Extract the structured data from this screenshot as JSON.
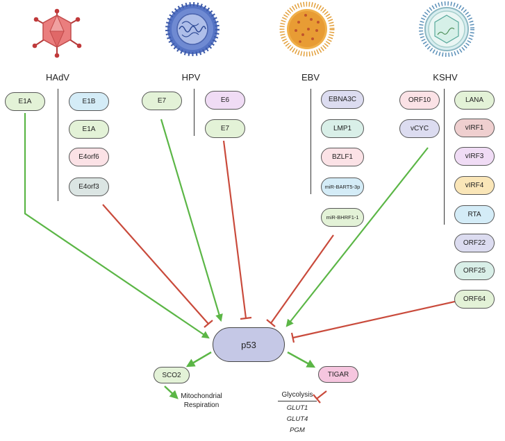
{
  "viruses": [
    {
      "label": "HAdV"
    },
    {
      "label": "HPV"
    },
    {
      "label": "EBV"
    },
    {
      "label": "KSHV"
    }
  ],
  "hadv": {
    "direct": [
      "E1A"
    ],
    "group": [
      "E1B",
      "E1A",
      "E4orf6",
      "E4orf3"
    ]
  },
  "hpv": {
    "direct": [
      "E7"
    ],
    "group": [
      "E6",
      "E7"
    ]
  },
  "ebv": {
    "group": [
      "EBNA3C",
      "LMP1",
      "BZLF1",
      "miR-BART5-3p",
      "miR-BHRF1-1"
    ]
  },
  "kshv": {
    "direct": [
      "ORF10",
      "vCYC"
    ],
    "group": [
      "LANA",
      "vIRF1",
      "vIRF3",
      "vIRF4",
      "RTA",
      "ORF22",
      "ORF25",
      "ORF64"
    ]
  },
  "center": {
    "label": "p53"
  },
  "downstream": {
    "sco2": "SCO2",
    "tigar": "TIGAR",
    "mito_line1": "Mitochondrial",
    "mito_line2": "Respiration",
    "glycolysis": "Glycolysis",
    "genes": [
      "GLUT1",
      "GLUT4",
      "PGM"
    ]
  },
  "colors": {
    "activation": "#5bb646",
    "inhibition": "#c94a3b",
    "p53_fill": "#c5c8e6",
    "blue_pill": "#d4ecf7",
    "green_pill": "#e3f2d7",
    "pink_pill": "#fbe2e6",
    "grey_pill": "#dbe5e3",
    "lavender_pill": "#f0dcf5",
    "periwinkle_pill": "#dcdcf0",
    "red_pill": "#efcfcf",
    "yellow_pill": "#fae6b8",
    "icons": [
      "adenovirus-icon",
      "hpv-virus-icon",
      "ebv-virus-icon",
      "kshv-virus-icon"
    ]
  }
}
